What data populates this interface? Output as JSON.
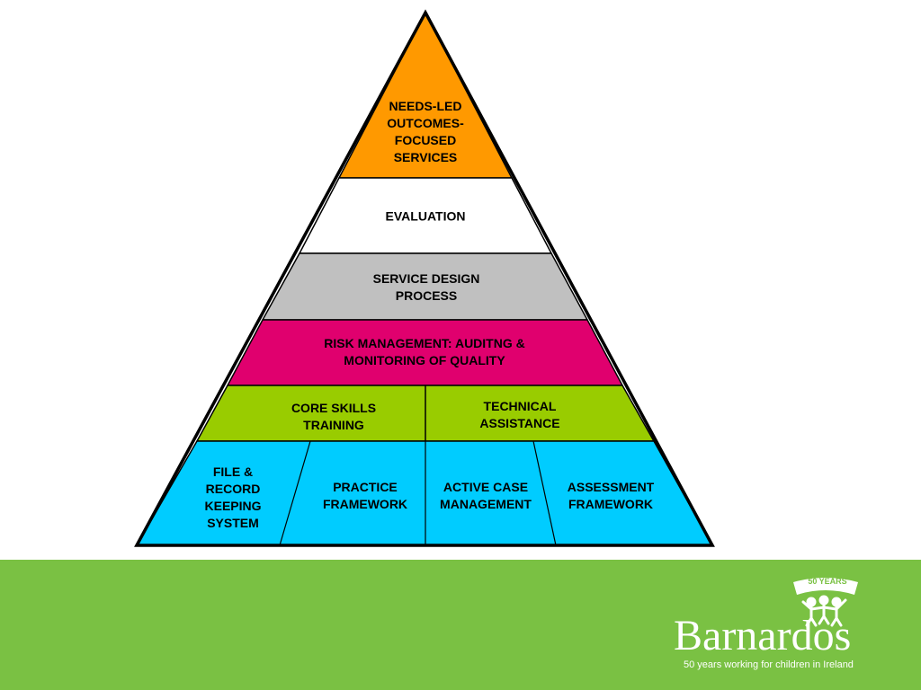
{
  "colors": {
    "top": "#ff9900",
    "evaluation": "#ffffff",
    "service_design": "#c0c0c0",
    "risk": "#e0006e",
    "skills": "#99cc00",
    "base": "#00ccff",
    "footer": "#7ac143",
    "outline": "#000000"
  },
  "pyramid": {
    "top": "NEEDS-LED\nOUTCOMES-\nFOCUSED\nSERVICES",
    "evaluation": "EVALUATION",
    "service_design": "SERVICE DESIGN\nPROCESS",
    "risk": "RISK MANAGEMENT: AUDITNG &\nMONITORING OF QUALITY",
    "core_skills": "CORE SKILLS\nTRAINING",
    "technical": "TECHNICAL\nASSISTANCE",
    "file_record": "FILE &\nRECORD\nKEEPING\nSYSTEM",
    "practice": "PRACTICE\nFRAMEWORK",
    "active_case": "ACTIVE CASE\nMANAGEMENT",
    "assessment": "ASSESSMENT\nFRAMEWORK"
  },
  "logo": {
    "badge": "50 YEARS",
    "brand": "Barnardos",
    "tagline": "50 years working for children in Ireland",
    "icon": "children-holding-hands-icon"
  }
}
